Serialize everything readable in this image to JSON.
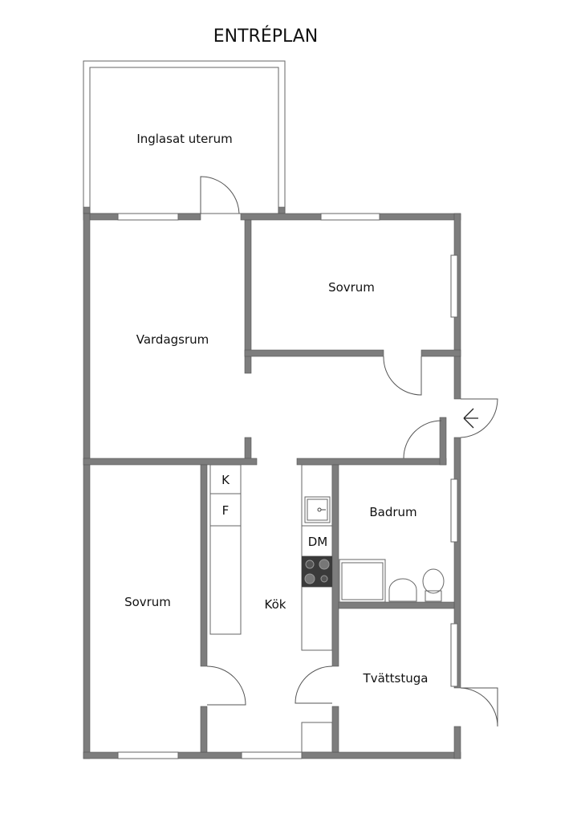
{
  "title": "ENTRÉPLAN",
  "rooms": {
    "uterum": "Inglasat uterum",
    "vardagsrum": "Vardagsrum",
    "sovrum1": "Sovrum",
    "sovrum2": "Sovrum",
    "badrum": "Badrum",
    "kok": "Kök",
    "tvattstuga": "Tvättstuga"
  },
  "fixtures": {
    "k": "K",
    "f": "F",
    "dm": "DM"
  },
  "colors": {
    "wall": "#7d7d7d",
    "stove": "#3a3a3a"
  }
}
